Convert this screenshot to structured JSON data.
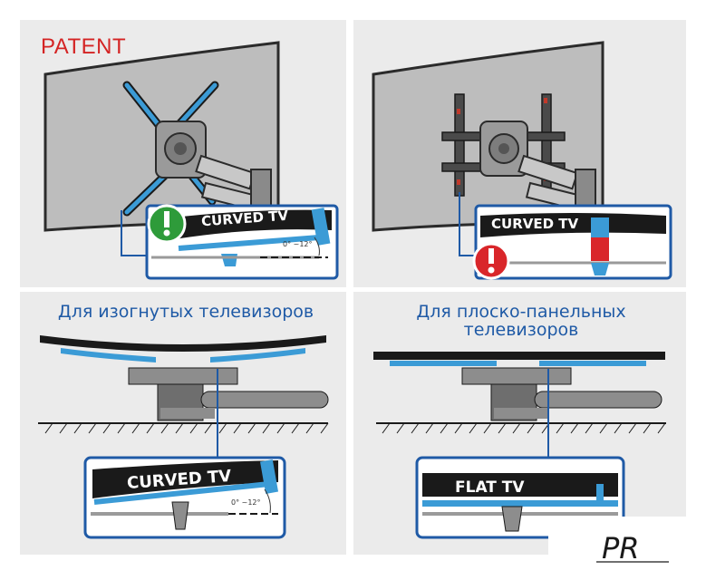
{
  "patent_label": "PATENT",
  "top_left": {
    "callout_label": "CURVED TV",
    "angle_label": "0° ~12°",
    "status_icon": "check-ok-icon"
  },
  "top_right": {
    "callout_label": "CURVED TV",
    "status_icon": "warning-icon"
  },
  "bottom_left": {
    "title": "Для изогнутых телевизоров",
    "callout_label": "CURVED TV",
    "angle_label": "0° ~12°"
  },
  "bottom_right": {
    "title_line1": "Для плоско-панельных",
    "title_line2": "телевизоров",
    "callout_label": "FLAT TV"
  },
  "logo_letters": "PR",
  "colors": {
    "accent_blue": "#3b9bd6",
    "patent_red": "#d42424",
    "ok_green": "#2e9b3a",
    "warn_red": "#d9262a",
    "title_blue": "#1f5aa6"
  }
}
